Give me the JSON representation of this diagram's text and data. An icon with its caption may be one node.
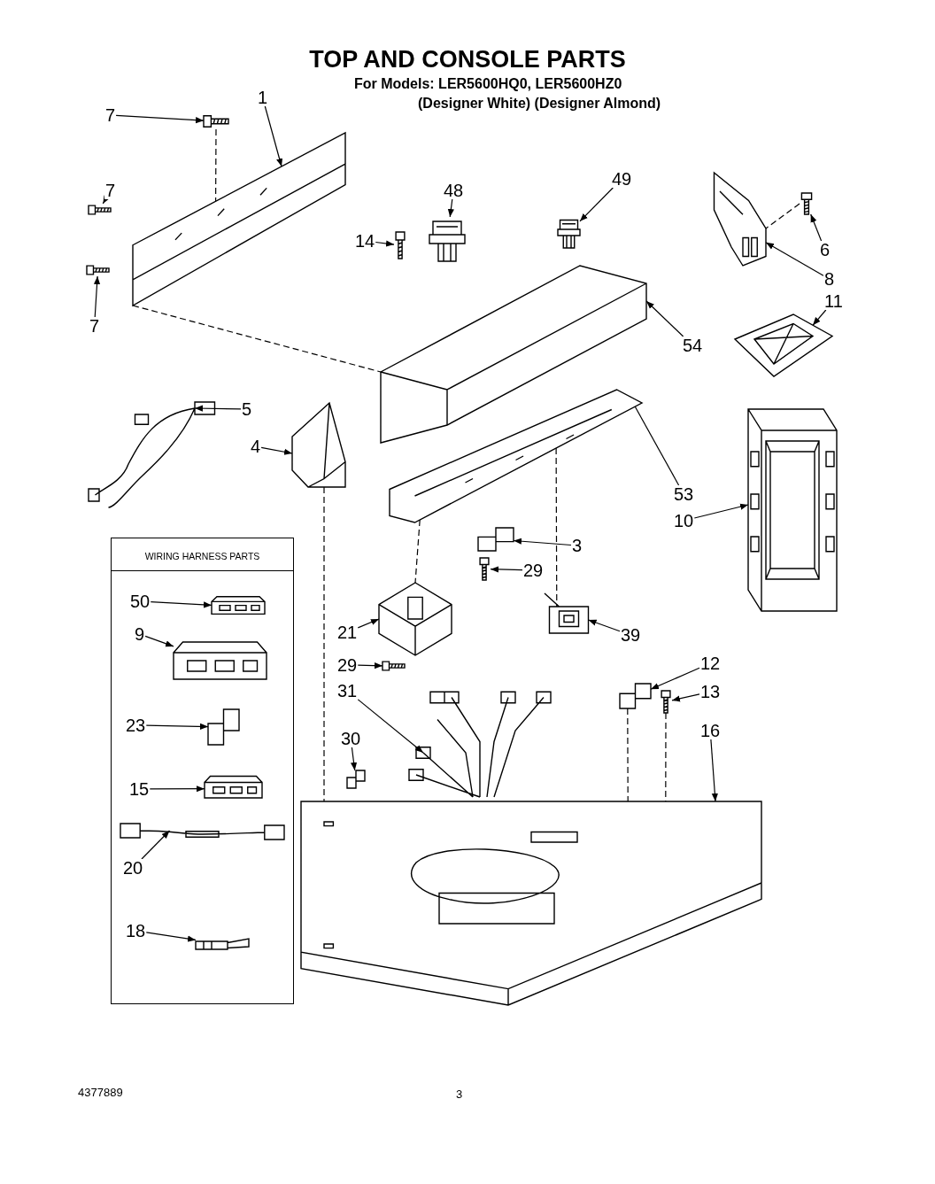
{
  "diagram": {
    "title": "TOP AND CONSOLE PARTS",
    "nodes": [
      {
        "text": [
          "7"
        ]
      },
      {
        "text": [],
        "shape": "picture"
      },
      {
        "text": [
          "1"
        ]
      },
      {
        "text": [],
        "shape": "picture"
      },
      {
        "text": [
          "7"
        ]
      },
      {
        "text": [],
        "shape": "picture"
      },
      {
        "text": [
          "7"
        ]
      },
      {
        "text": [],
        "shape": "picture"
      },
      {
        "text": [
          "14"
        ]
      },
      {
        "text": [],
        "shape": "picture"
      },
      {
        "text": [
          "48"
        ]
      },
      {
        "text": [],
        "shape": "picture"
      },
      {
        "text": [
          "49"
        ]
      },
      {
        "text": [],
        "shape": "picture"
      },
      {
        "text": [
          "6"
        ]
      },
      {
        "text": [],
        "shape": "picture"
      },
      {
        "text": [
          "8"
        ]
      },
      {
        "text": [],
        "shape": "picture"
      },
      {
        "text": [
          "54"
        ]
      },
      {
        "text": [],
        "shape": "picture"
      },
      {
        "text": [
          "11"
        ]
      },
      {
        "text": [],
        "shape": "picture"
      },
      {
        "text": [
          "5"
        ]
      },
      {
        "text": [],
        "shape": "picture"
      },
      {
        "text": [
          "4"
        ]
      },
      {
        "text": [],
        "shape": "picture"
      },
      {
        "text": [
          "53"
        ]
      },
      {
        "text": [],
        "shape": "picture"
      },
      {
        "text": [
          "10"
        ]
      },
      {
        "text": [],
        "shape": "picture"
      },
      {
        "text": [
          "3"
        ]
      },
      {
        "text": [],
        "shape": "picture"
      },
      {
        "text": [
          "29"
        ]
      },
      {
        "text": [],
        "shape": "picture"
      },
      {
        "text": [
          "21"
        ]
      },
      {
        "text": [],
        "shape": "picture"
      },
      {
        "text": [
          "29"
        ]
      },
      {
        "text": [],
        "shape": "picture"
      },
      {
        "text": [
          "39"
        ]
      },
      {
        "text": [],
        "shape": "picture"
      },
      {
        "text": [
          "12"
        ]
      },
      {
        "text": [],
        "shape": "picture"
      },
      {
        "text": [
          "13"
        ]
      },
      {
        "text": [],
        "shape": "picture"
      },
      {
        "text": [
          "31"
        ]
      },
      {
        "text": [],
        "shape": "picture"
      },
      {
        "text": [
          "30"
        ]
      },
      {
        "text": [],
        "shape": "picture"
      },
      {
        "text": [
          "16"
        ]
      },
      {
        "text": [],
        "shape": "picture"
      },
      {
        "text": [
          "WIRING HARNESS PARTS"
        ]
      },
      {
        "text": [
          "50"
        ],
        "in": 50
      },
      {
        "text": [],
        "shape": "picture",
        "in": 50
      },
      {
        "text": [
          "9"
        ],
        "in": 50
      },
      {
        "text": [],
        "shape": "picture",
        "in": 50
      },
      {
        "text": [
          "23"
        ],
        "in": 50
      },
      {
        "text": [],
        "shape": "picture",
        "in": 50
      },
      {
        "text": [
          "15"
        ],
        "in": 50
      },
      {
        "text": [],
        "shape": "picture",
        "in": 50
      },
      {
        "text": [
          "20"
        ],
        "in": 50
      },
      {
        "text": [],
        "shape": "picture",
        "in": 50
      },
      {
        "text": [
          "18"
        ],
        "in": 50
      },
      {
        "text": [],
        "shape": "picture",
        "in": 50
      }
    ],
    "edges": [
      {
        "from": 0,
        "to": 1,
        "arrow": "to"
      },
      {
        "from": 2,
        "to": 3,
        "arrow": "to"
      },
      {
        "from": 4,
        "to": 5,
        "arrow": "to"
      },
      {
        "from": 6,
        "to": 7,
        "arrow": "to"
      },
      {
        "from": 8,
        "to": 9,
        "arrow": "to"
      },
      {
        "from": 10,
        "to": 11,
        "arrow": "to"
      },
      {
        "from": 12,
        "to": 13,
        "arrow": "to"
      },
      {
        "from": 14,
        "to": 15,
        "arrow": "to"
      },
      {
        "from": 16,
        "to": 17,
        "arrow": "to"
      },
      {
        "from": 18,
        "to": 19,
        "arrow": "to"
      },
      {
        "from": 20,
        "to": 21,
        "arrow": "to"
      },
      {
        "from": 22,
        "to": 23,
        "arrow": "to"
      },
      {
        "from": 24,
        "to": 25,
        "arrow": "to"
      },
      {
        "from": 26,
        "to": 27,
        "arrow": "to"
      },
      {
        "from": 28,
        "to": 29,
        "arrow": "to"
      },
      {
        "from": 30,
        "to": 31,
        "arrow": "to"
      },
      {
        "from": 32,
        "to": 33,
        "arrow": "to"
      },
      {
        "from": 34,
        "to": 35,
        "arrow": "to"
      },
      {
        "from": 36,
        "to": 37,
        "arrow": "to"
      },
      {
        "from": 38,
        "to": 39,
        "arrow": "to"
      },
      {
        "from": 40,
        "to": 41,
        "arrow": "to"
      },
      {
        "from": 42,
        "to": 43,
        "arrow": "to"
      },
      {
        "from": 44,
        "to": 45,
        "arrow": "to"
      },
      {
        "from": 46,
        "to": 47,
        "arrow": "to"
      },
      {
        "from": 48,
        "to": 49,
        "arrow": "to"
      },
      {
        "from": 51,
        "to": 52,
        "arrow": "to"
      },
      {
        "from": 53,
        "to": 54,
        "arrow": "to"
      },
      {
        "from": 55,
        "to": 56,
        "arrow": "to"
      },
      {
        "from": 57,
        "to": 58,
        "arrow": "to"
      },
      {
        "from": 59,
        "to": 60,
        "arrow": "to"
      },
      {
        "from": 61,
        "to": 62,
        "arrow": "to"
      },
      {
        "from": 1,
        "to": 3,
        "arrow": "none",
        "style": "dashed"
      },
      {
        "from": 3,
        "to": 19,
        "arrow": "none",
        "style": "dashed"
      },
      {
        "from": 15,
        "to": 17,
        "arrow": "none",
        "style": "dashed"
      },
      {
        "from": 25,
        "to": 49,
        "arrow": "none",
        "style": "dashed"
      },
      {
        "from": 27,
        "to": 35,
        "arrow": "none",
        "style": "dashed"
      },
      {
        "from": 27,
        "to": 39,
        "arrow": "none",
        "style": "dashed"
      },
      {
        "from": 41,
        "to": 49,
        "arrow": "none",
        "style": "dashed"
      },
      {
        "from": 43,
        "to": 49,
        "arrow": "none",
        "style": "dashed"
      }
    ],
    "labels": [
      "For Models: LER5600HQ0, LER5600HZ0",
      "(Designer White) (Designer Almond)",
      "4377889",
      "3"
    ]
  }
}
